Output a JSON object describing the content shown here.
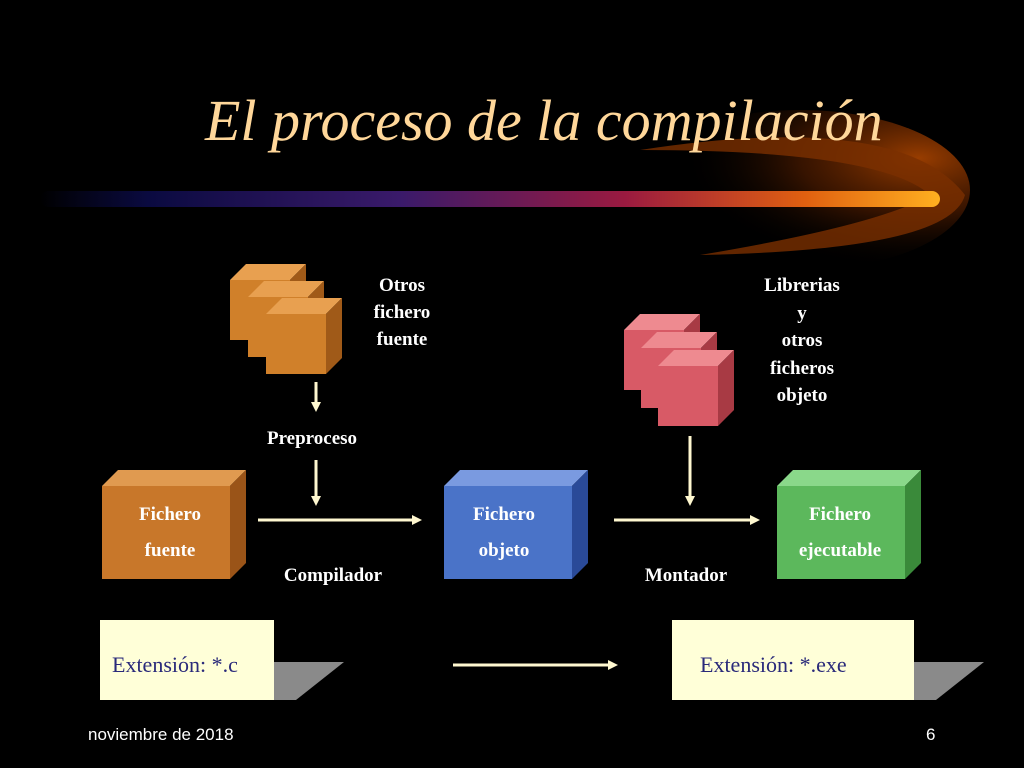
{
  "slide": {
    "title": "El proceso de la compilación",
    "footer_date": "noviembre de 2018",
    "page_number": "6"
  },
  "nodes": {
    "source": {
      "line1": "Fichero",
      "line2": "fuente",
      "color": "#c8772a"
    },
    "object": {
      "line1": "Fichero",
      "line2": "objeto",
      "color": "#4a73c8"
    },
    "executable": {
      "line1": "Fichero",
      "line2": "ejecutable",
      "color": "#5cb85c"
    },
    "other_sources": {
      "lines": [
        "Otros",
        "fichero",
        "fuente"
      ],
      "color": "#c8772a"
    },
    "libraries": {
      "lines": [
        "Librerias",
        "y",
        "otros",
        "ficheros",
        "objeto"
      ],
      "color": "#d85a66"
    }
  },
  "edges": {
    "preprocess": "Preproceso",
    "compiler": "Compilador",
    "linker": "Montador"
  },
  "extensions": {
    "source": "Extensión: *.c",
    "executable": "Extensión: *.exe"
  },
  "colors": {
    "background": "#000000",
    "title": "#ffd79a",
    "arrow": "#fff8d0",
    "extension_box": "#ffffd8",
    "extension_text": "#2a2a7a"
  }
}
